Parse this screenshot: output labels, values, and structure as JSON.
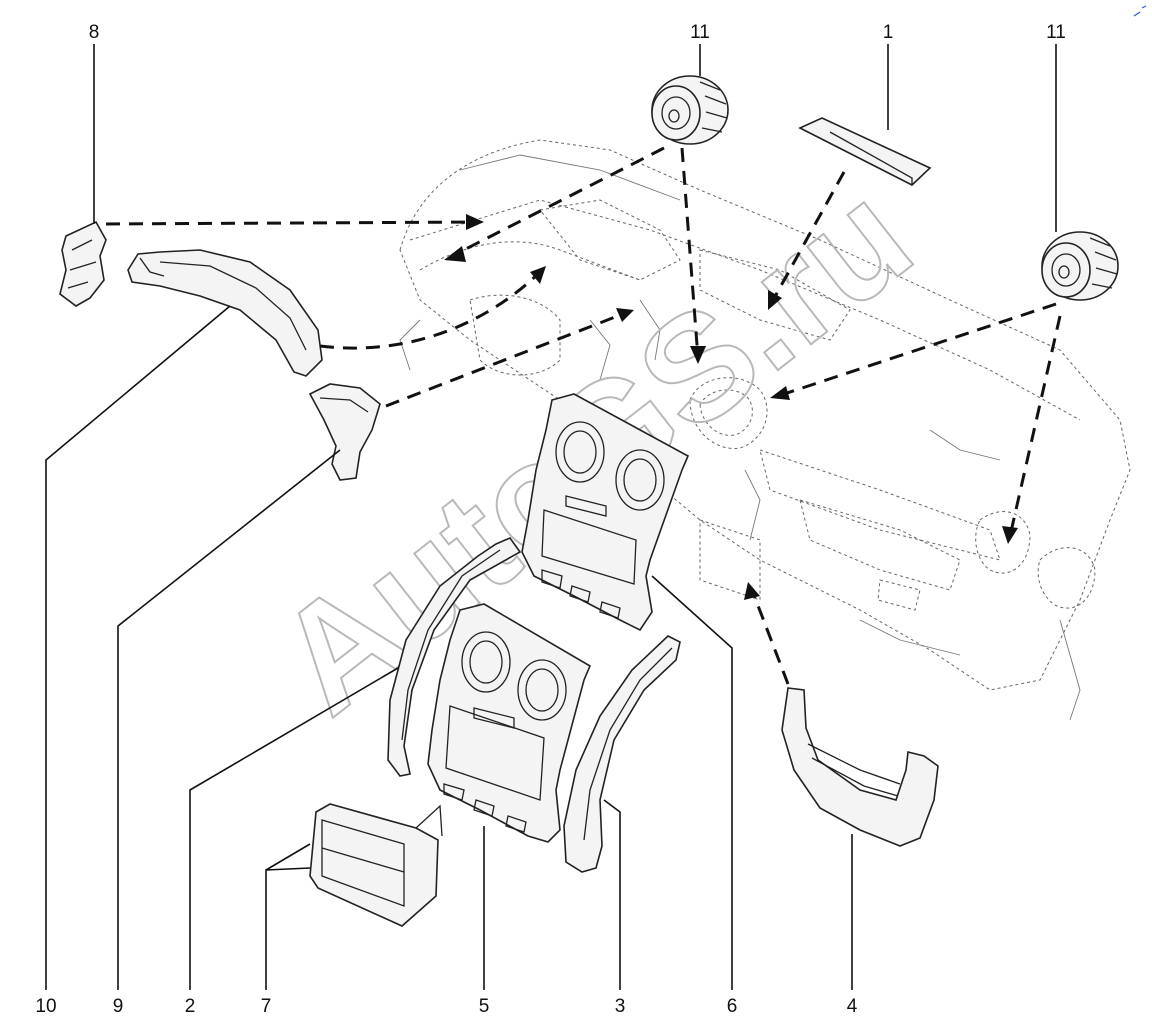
{
  "diagram": {
    "watermark": "AutoGS.ru",
    "callouts": [
      {
        "id": "1",
        "label": "1"
      },
      {
        "id": "2",
        "label": "2"
      },
      {
        "id": "3",
        "label": "3"
      },
      {
        "id": "4",
        "label": "4"
      },
      {
        "id": "5",
        "label": "5"
      },
      {
        "id": "6",
        "label": "6"
      },
      {
        "id": "7",
        "label": "7"
      },
      {
        "id": "8",
        "label": "8"
      },
      {
        "id": "9",
        "label": "9"
      },
      {
        "id": "10",
        "label": "10"
      },
      {
        "id": "11a",
        "label": "11"
      },
      {
        "id": "11b",
        "label": "11"
      }
    ]
  }
}
